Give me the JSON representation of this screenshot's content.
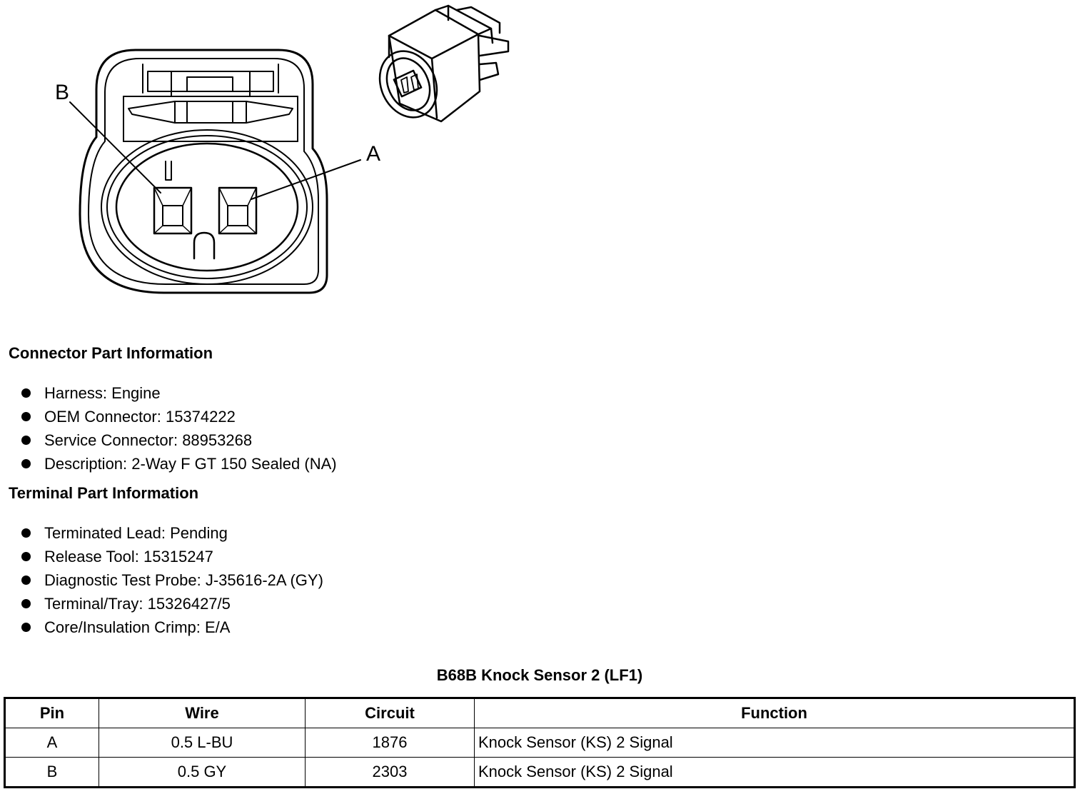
{
  "figure": {
    "pin_label_b": "B",
    "pin_label_a": "A"
  },
  "connector_part_info": {
    "title": "Connector Part Information",
    "items": [
      "Harness: Engine",
      "OEM Connector: 15374222",
      "Service Connector: 88953268",
      "Description: 2-Way F GT 150 Sealed (NA)"
    ]
  },
  "terminal_part_info": {
    "title": "Terminal Part Information",
    "items": [
      "Terminated Lead: Pending",
      "Release Tool: 15315247",
      "Diagnostic Test Probe: J-35616-2A (GY)",
      "Terminal/Tray: 15326427/5",
      "Core/Insulation Crimp: E/A"
    ]
  },
  "pin_table": {
    "title": "B68B Knock Sensor 2 (LF1)",
    "headers": [
      "Pin",
      "Wire",
      "Circuit",
      "Function"
    ],
    "rows": [
      [
        "A",
        "0.5 L-BU",
        "1876",
        "Knock Sensor (KS) 2 Signal"
      ],
      [
        "B",
        "0.5 GY",
        "2303",
        "Knock Sensor (KS) 2 Signal"
      ]
    ]
  }
}
